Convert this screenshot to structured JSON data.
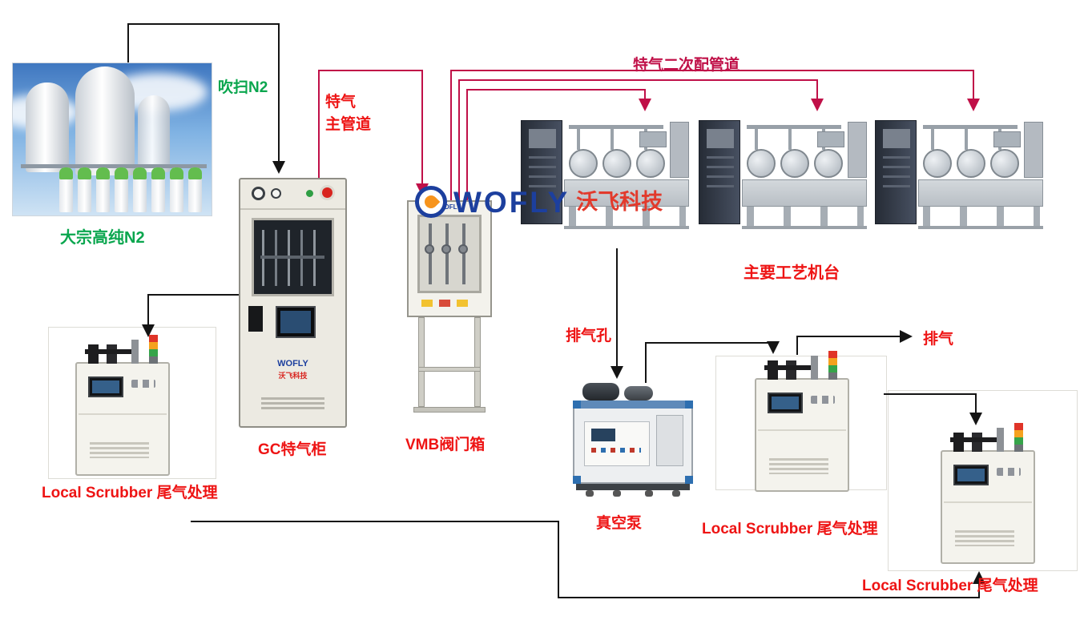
{
  "colors": {
    "green_label": "#0aa64e",
    "red_label": "#ee1414",
    "pipeline_crimson": "#c01048",
    "line_black": "#141414",
    "logo_blue": "#1c3f9e",
    "logo_orange": "#f7941d",
    "background": "#ffffff"
  },
  "logo": {
    "brand": "WOFLY",
    "brand_cn": "沃飞科技"
  },
  "nodes": {
    "bulk_n2_label": "大宗高纯N2",
    "purge_n2_label": "吹扫N2",
    "main_pipeline_line1": "特气",
    "main_pipeline_line2": "主管道",
    "secondary_pipeline_label": "特气二次配管道",
    "gc_cabinet_label": "GC特气柜",
    "vmb_label": "VMB阀门箱",
    "process_tools_label": "主要工艺机台",
    "vent_hole_label": "排气孔",
    "exhaust_label": "排气",
    "vacuum_pump_label": "真空泵",
    "scrubbers": [
      "Local Scrubber 尾气处理",
      "Local Scrubber 尾气处理",
      "Local Scrubber 尾气处理"
    ]
  }
}
